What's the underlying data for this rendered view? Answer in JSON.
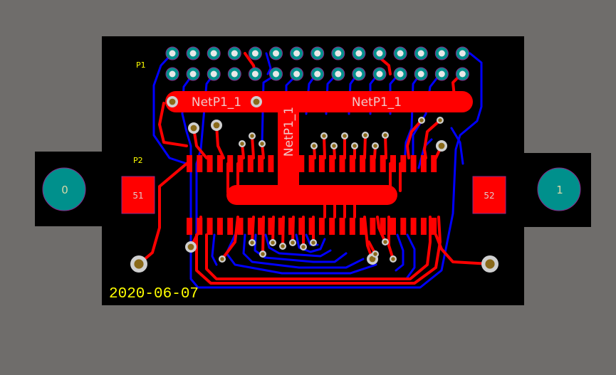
{
  "colors": {
    "background": "#6f6d6b",
    "board": "#000000",
    "top_copper": "#ff0000",
    "bottom_copper": "#0000ff",
    "silkscreen": "#ffff00",
    "pad_ring": "#cfcfcf",
    "via_drill": "#8a6a1a",
    "mount_hole": "#00908c",
    "mount_ring": "#8a2a8a",
    "net_label": "#f0c8c8"
  },
  "designators": {
    "p1": "P1",
    "p2": "P2"
  },
  "net_labels": {
    "left": "NetP1_1",
    "right": "NetP1_1",
    "vertical": "NetP1_1"
  },
  "pads": {
    "left_pad": "51",
    "right_pad": "52"
  },
  "mount_holes": {
    "left": "0",
    "right": "1"
  },
  "date_stamp": "2020-06-07"
}
